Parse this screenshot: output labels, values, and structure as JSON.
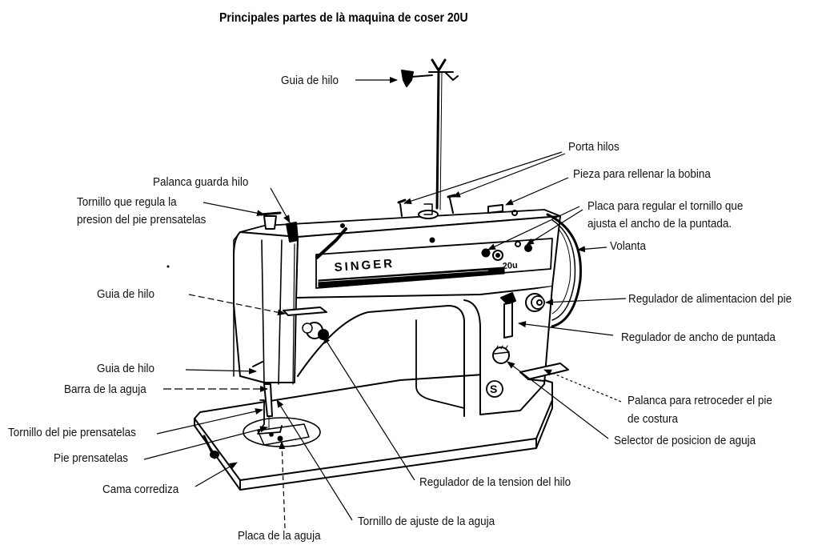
{
  "title": "Principales partes de là maquina de coser 20U",
  "brand": {
    "name": "SINGER",
    "model": "20u",
    "emblem": "S"
  },
  "labels": {
    "guia_hilo_top": "Guia de hilo",
    "porta_hilos": "Porta hilos",
    "pieza_bobina": "Pieza para rellenar la bobina",
    "palanca_guarda": "Palanca guarda hilo",
    "tornillo_presion_1": "Tornillo que regula la",
    "tornillo_presion_2": "presion del pie prensatelas",
    "placa_regular_1": "Placa para regular el tornillo que",
    "placa_regular_2": "ajusta el ancho de la puntada.",
    "volanta": "Volanta",
    "guia_hilo_mid": "Guia de hilo",
    "regulador_alimentacion": "Regulador de alimentacion del pie",
    "regulador_ancho": "Regulador de ancho de puntada",
    "guia_hilo_low": "Guia de hilo",
    "barra_aguja": "Barra de la aguja",
    "palanca_retroceder_1": "Palanca para retroceder el pie",
    "palanca_retroceder_2": "de costura",
    "tornillo_pie": "Tornillo del pie prensatelas",
    "selector_posicion": "Selector de posicion de aguja",
    "pie_prensatelas": "Pie prensatelas",
    "cama_corrediza": "Cama corrediza",
    "regulador_tension": "Regulador de la tension del hilo",
    "tornillo_ajuste": "Tornillo de ajuste de la aguja",
    "placa_aguja": "Placa de la aguja"
  }
}
